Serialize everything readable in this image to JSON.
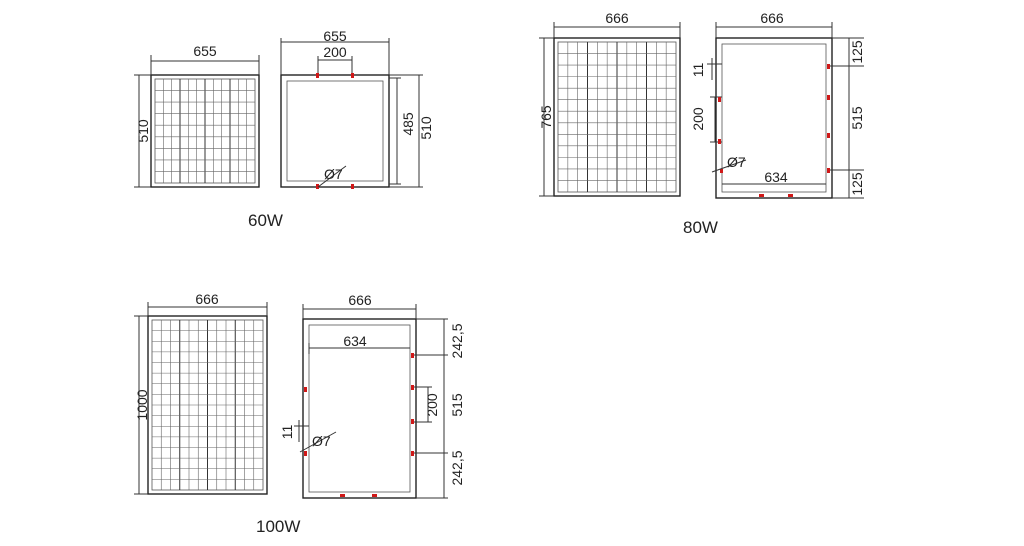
{
  "panels": [
    {
      "id": "60w",
      "caption": "60W",
      "front": {
        "width_label": "655",
        "height_label": "510"
      },
      "back": {
        "width_label": "655",
        "spacing_label": "200",
        "inner_height_label": "485",
        "height_label": "510",
        "hole_label": "Ø7"
      }
    },
    {
      "id": "80w",
      "caption": "80W",
      "front": {
        "width_label": "666",
        "height_label": "765"
      },
      "back": {
        "width_label": "666",
        "inner_width_label": "634",
        "offset_label": "11",
        "spacing_label": "200",
        "top_label": "125",
        "middle_label": "515",
        "bottom_label": "125",
        "hole_label": "Ø7"
      }
    },
    {
      "id": "100w",
      "caption": "100W",
      "front": {
        "width_label": "666",
        "height_label": "1000"
      },
      "back": {
        "width_label": "666",
        "inner_width_label": "634",
        "offset_label": "11",
        "spacing_label": "200",
        "top_label": "242,5",
        "middle_label": "515",
        "bottom_label": "242,5",
        "hole_label": "Ø7"
      }
    }
  ],
  "colors": {
    "line": "#333333",
    "mounting_hole": "#d01818"
  }
}
